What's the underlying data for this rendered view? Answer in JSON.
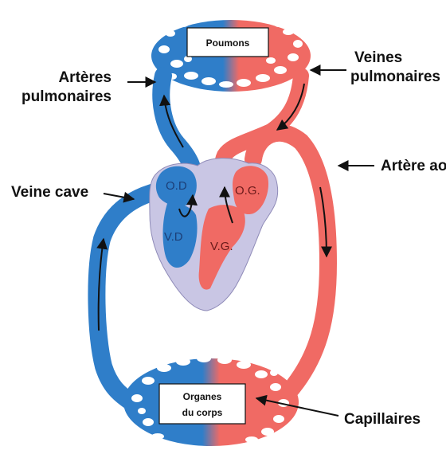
{
  "labels": {
    "poumons": "Poumons",
    "arteres_line1": "Artères",
    "arteres_line2": "pulmonaires",
    "veines_line1": "Veines",
    "veines_line2": "pulmonaires",
    "artere_aorte": "Artère aorte",
    "veine_cave": "Veine cave",
    "organes_line1": "Organes",
    "organes_line2": "du corps",
    "capillaires": "Capillaires",
    "od": "O.D",
    "vd": "V.D",
    "og": "O.G.",
    "vg": "V.G."
  },
  "colors": {
    "deoxygenated_blood": "#2f7ec9",
    "oxygenated_blood": "#f06a64",
    "heart_background": "#c9c6e4",
    "label_text": "#111111"
  }
}
